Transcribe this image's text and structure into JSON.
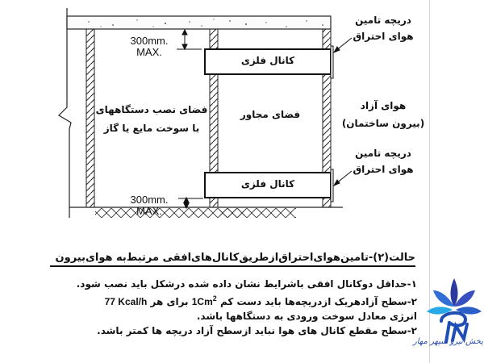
{
  "diagram": {
    "dimension_top": {
      "value": "300mm.",
      "qualifier": "MAX."
    },
    "dimension_bottom": {
      "value": "300mm.",
      "qualifier": "MAX."
    },
    "duct_top_label": "کانال فلزی",
    "duct_bottom_label": "کانال فلزی",
    "appliance_space_line1": "فضای نصب دستگاههای",
    "appliance_space_line2": "با سوخت مایع یا گاز",
    "adjacent_space_label": "فضای مجاور",
    "outdoor_air_line1": "هوای آزاد",
    "outdoor_air_line2": "(بیرون ساختمان)",
    "louver_top_line1": "دریچه تامین",
    "louver_top_line2": "هوای احتراق",
    "louver_bottom_line1": "دریچه تامین",
    "louver_bottom_line2": "هوای احتراق"
  },
  "caption": "حالت(۲)-تامین‌هوای‌احتراق‌از‌طریق‌کانال‌های‌افقی مرتبط‌به هوای‌بیرون",
  "notes": {
    "n1": "۱-حداقل دوکانال افقی باشرایط نشان داده شده درشکل باید نصب شود.",
    "n2_a": "۲-سطح آزادهریک ازدریچه‌ها باید دست کم ",
    "n2_unit": "1Cm",
    "n2_sup": "2",
    "n2_b": " برای هر ",
    "n2_rate": "77  Kcal/h",
    "n3": "انرژی معادل سوخت ورودی به دستگاهها باشد.",
    "n4": "۲-سطح مقطع کانال های هوا نباید ازسطح آزاد دریچه ها کمتر باشد."
  },
  "logo": {
    "text": "پخش نیرو سپهر مهار",
    "colors": {
      "petal_dark": "#2b3a9e",
      "petal_mid": "#2f6fd6",
      "petal_light": "#27a9e8",
      "letter": "#1f4fb5"
    }
  }
}
